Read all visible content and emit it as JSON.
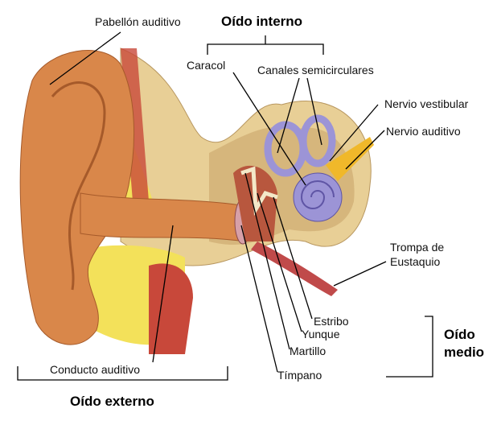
{
  "title_inner": "Oído interno",
  "title_outer": "Oído externo",
  "title_middle_1": "Oído",
  "title_middle_2": "medio",
  "labels": {
    "pinna": "Pabellón auditivo",
    "cochlea": "Caracol",
    "canals": "Canales semicirculares",
    "vestibular": "Nervio vestibular",
    "auditory_nerve": "Nervio auditivo",
    "eustachian_1": "Trompa de",
    "eustachian_2": "Eustaquio",
    "stapes": "Estribo",
    "incus": "Yunque",
    "malleus": "Martillo",
    "eardrum": "Tímpano",
    "canal": "Conducto auditivo"
  },
  "colors": {
    "skin": "#d9874a",
    "bone": "#e8cf96",
    "fat": "#f3e15a",
    "cochlea": "#9c94d6",
    "muscle": "#c8483a"
  }
}
